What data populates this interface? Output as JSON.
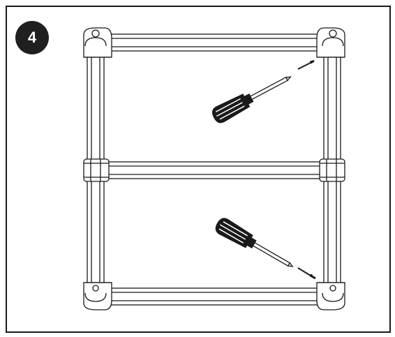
{
  "step": {
    "number": "4"
  },
  "illustration": {
    "subject": "towel-rail-frame",
    "tool": "screwdriver",
    "colors": {
      "line": "#1a1a1a",
      "fill": "#ffffff",
      "badge": "#1f1f1f"
    }
  }
}
